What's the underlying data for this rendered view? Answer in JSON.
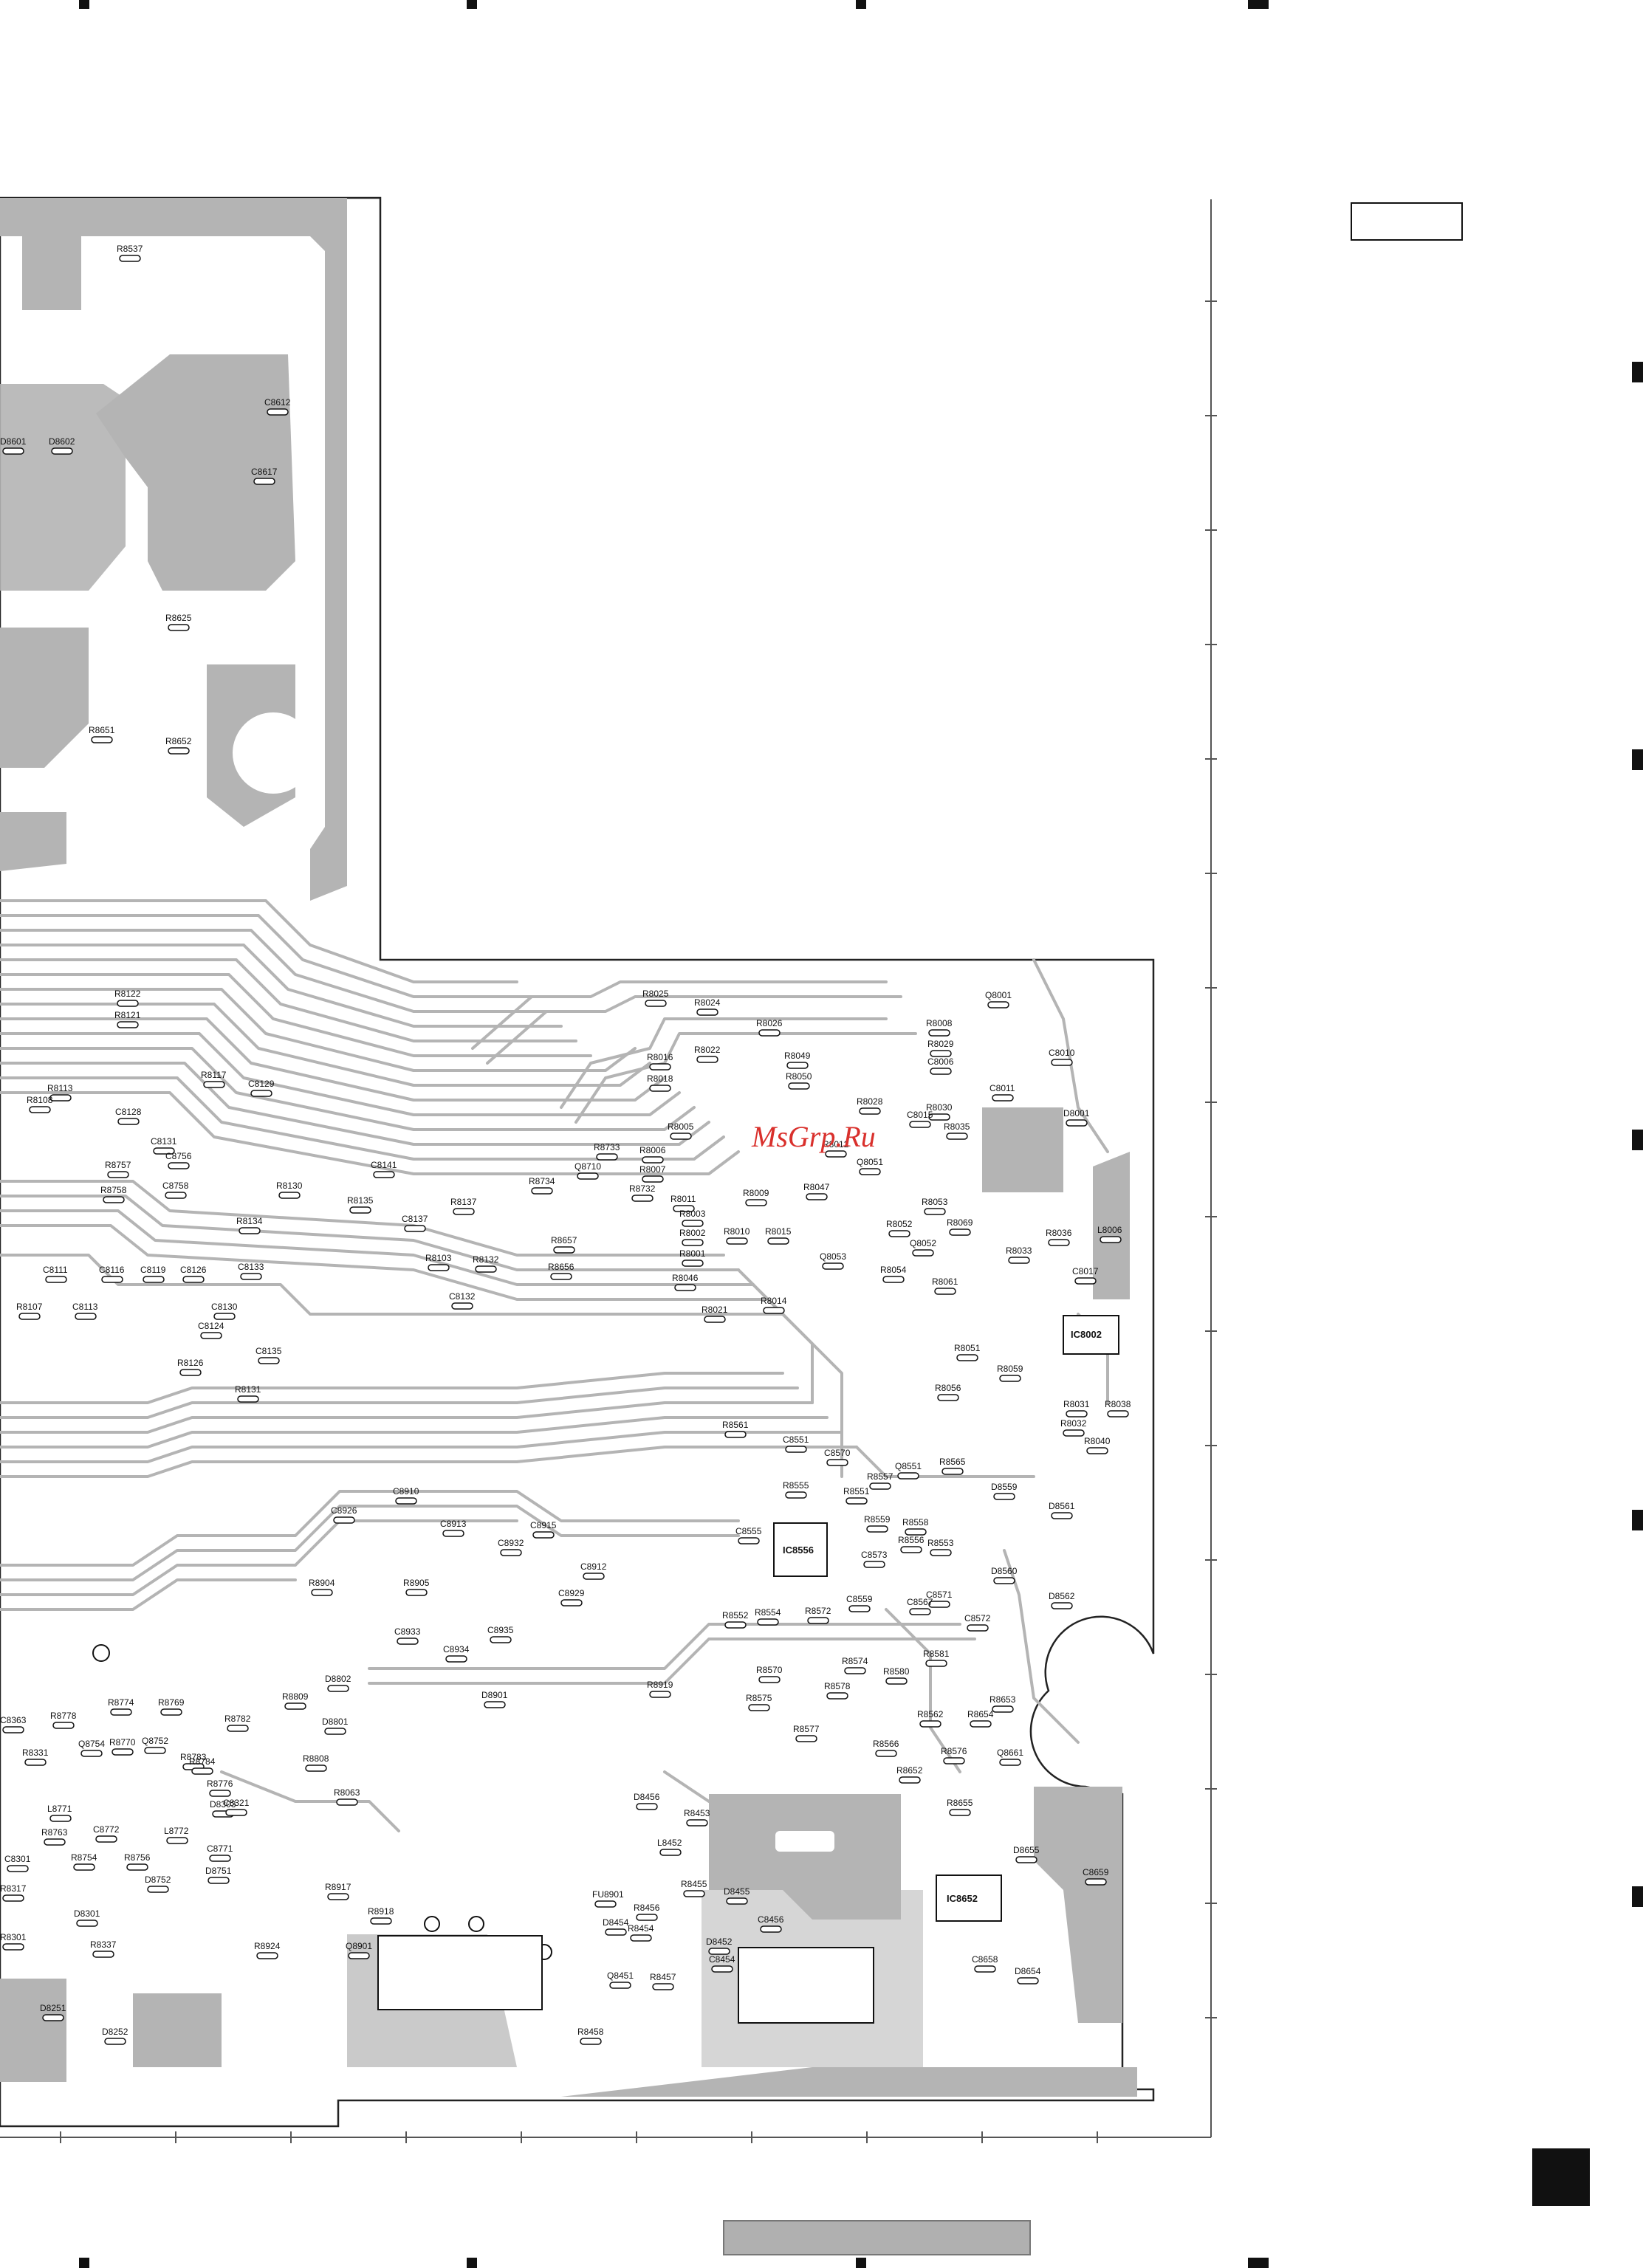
{
  "watermark": {
    "text": "MsGrp.Ru",
    "color": "#d9302c"
  },
  "colors": {
    "copper": "#b4b4b4",
    "ink": "#111111",
    "paper": "#ffffff",
    "bar": "#b0b0b0"
  },
  "ics": [
    {
      "ref": "IC8556"
    },
    {
      "ref": "IC8002"
    },
    {
      "ref": "IC8652"
    }
  ],
  "component_labels": [
    "R8537",
    "C8612",
    "D8601",
    "D8602",
    "C8617",
    "R8625",
    "R8651",
    "R8652",
    "R8122",
    "R8121",
    "R8113",
    "R8108",
    "C8128",
    "C8131",
    "R8117",
    "C8129",
    "R8757",
    "C8756",
    "R8758",
    "C8758",
    "R8130",
    "R8134",
    "C8141",
    "R8135",
    "C8137",
    "R8137",
    "R8103",
    "R8132",
    "C8132",
    "R8734",
    "Q8710",
    "R8733",
    "C8111",
    "C8116",
    "C8119",
    "C8126",
    "C8133",
    "R8107",
    "C8113",
    "C8130",
    "C8124",
    "R8126",
    "C8135",
    "R8131",
    "R8025",
    "R8024",
    "R8026",
    "R8016",
    "R8018",
    "R8022",
    "R8049",
    "R8050",
    "R8005",
    "R8006",
    "R8007",
    "R8732",
    "R8011",
    "R8003",
    "R8002",
    "R8001",
    "R8046",
    "R8009",
    "R8010",
    "R8015",
    "R8021",
    "R8014",
    "R8657",
    "R8656",
    "R8047",
    "Q8053",
    "Q8051",
    "R8052",
    "Q8052",
    "R8053",
    "R8069",
    "R8054",
    "R8061",
    "Q8001",
    "R8008",
    "R8029",
    "C8006",
    "C8011",
    "C8010",
    "R8030",
    "C8015",
    "R8035",
    "D8001",
    "R8028",
    "R8012",
    "R8033",
    "R8036",
    "L8006",
    "C8017",
    "R8051",
    "R8059",
    "R8056",
    "R8031",
    "R8038",
    "R8032",
    "R8040",
    "R8561",
    "C8551",
    "R8555",
    "C8570",
    "R8557",
    "Q8551",
    "R8565",
    "R8551",
    "C8555",
    "R8559",
    "R8558",
    "R8556",
    "R8553",
    "C8573",
    "R8552",
    "R8554",
    "R8572",
    "C8559",
    "C8567",
    "C8571",
    "C8572",
    "R8574",
    "R8581",
    "R8580",
    "R8570",
    "D8559",
    "D8561",
    "D8560",
    "D8562",
    "C8910",
    "C8926",
    "C8913",
    "C8915",
    "C8932",
    "C8912",
    "R8904",
    "R8905",
    "C8929",
    "C8933",
    "C8934",
    "C8935",
    "R8809",
    "D8802",
    "D8801",
    "R8808",
    "D8901",
    "R8919",
    "R8575",
    "R8578",
    "R8577",
    "R8653",
    "R8562",
    "R8654",
    "R8566",
    "R8576",
    "R8652",
    "Q8661",
    "R8655",
    "R8063",
    "C8363",
    "R8778",
    "R8774",
    "R8769",
    "R8782",
    "R8331",
    "Q8754",
    "R8770",
    "Q8752",
    "R8783",
    "R8784",
    "R8776",
    "D8303",
    "L8771",
    "C8321",
    "R8763",
    "C8772",
    "R8754",
    "R8756",
    "L8772",
    "C8771",
    "C8301",
    "D8752",
    "R8317",
    "D8751",
    "R8917",
    "R8918",
    "D8301",
    "R8337",
    "R8301",
    "R8924",
    "Q8901",
    "FU8901",
    "D8456",
    "R8453",
    "L8452",
    "D8455",
    "R8455",
    "R8456",
    "D8454",
    "R8454",
    "D8452",
    "C8456",
    "C8454",
    "Q8451",
    "R8457",
    "R8458",
    "D8655",
    "C8659",
    "D8654",
    "C8658",
    "D8251",
    "D8252"
  ]
}
